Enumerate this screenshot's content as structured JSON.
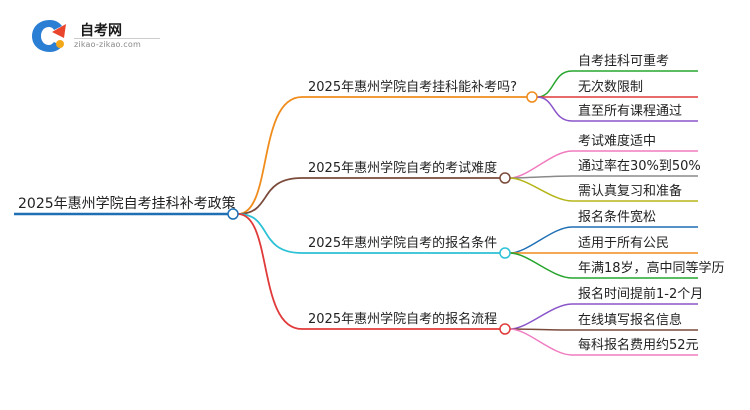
{
  "logo": {
    "title": "自考网",
    "subtitle": "zikao-zikao.com"
  },
  "root": {
    "label": "2025年惠州学院自考挂科补考政策"
  },
  "branches": [
    {
      "label": "2025年惠州学院自考挂科能补考吗?",
      "color": "#f08c1c",
      "children": [
        {
          "label": "自考挂科可重考",
          "color": "#27a52d"
        },
        {
          "label": "无次数限制",
          "color": "#e03a3a"
        },
        {
          "label": "直至所有课程通过",
          "color": "#8a55c9"
        }
      ]
    },
    {
      "label": "2025年惠州学院自考的考试难度",
      "color": "#7a4a3a",
      "children": [
        {
          "label": "考试难度适中",
          "color": "#f07cc0"
        },
        {
          "label": "通过率在30%到50%",
          "color": "#8a8a8a"
        },
        {
          "label": "需认真复习和准备",
          "color": "#b5b51a"
        }
      ]
    },
    {
      "label": "2025年惠州学院自考的报名条件",
      "color": "#2bc1d6",
      "children": [
        {
          "label": "报名条件宽松",
          "color": "#1f6fb5"
        },
        {
          "label": "适用于所有公民",
          "color": "#f08c1c"
        },
        {
          "label": "年满18岁，高中同等学历",
          "color": "#27a52d"
        }
      ]
    },
    {
      "label": "2025年惠州学院自考的报名流程",
      "color": "#e03a3a",
      "children": [
        {
          "label": "报名时间提前1-2个月",
          "color": "#8a55c9"
        },
        {
          "label": "在线填写报名信息",
          "color": "#7a4a3a"
        },
        {
          "label": "每科报名费用约52元",
          "color": "#f07cc0"
        }
      ]
    }
  ],
  "root_color": "#1f6fb5"
}
